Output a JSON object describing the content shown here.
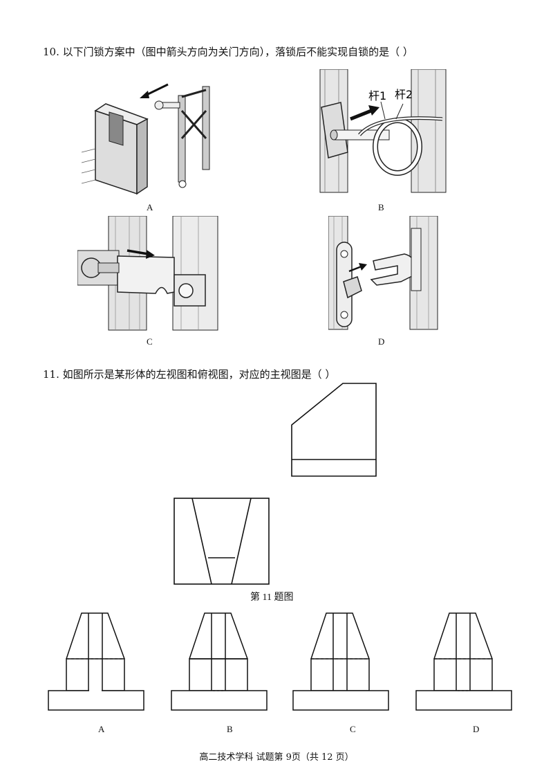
{
  "q10": {
    "text": "10. 以下门锁方案中（图中箭头方向为关门方向），落锁后不能实现自锁的是（      ）",
    "options": [
      "A",
      "B",
      "C",
      "D"
    ],
    "rod_label_1": "杆1",
    "rod_label_2": "杆2"
  },
  "q11": {
    "text": "11. 如图所示是某形体的左视图和俯视图，对应的主视图是（      ）",
    "caption": "第 11 题图",
    "options": [
      "A",
      "B",
      "C",
      "D"
    ]
  },
  "footer": "高二技术学科  试题第 9页（共 12 页）"
}
